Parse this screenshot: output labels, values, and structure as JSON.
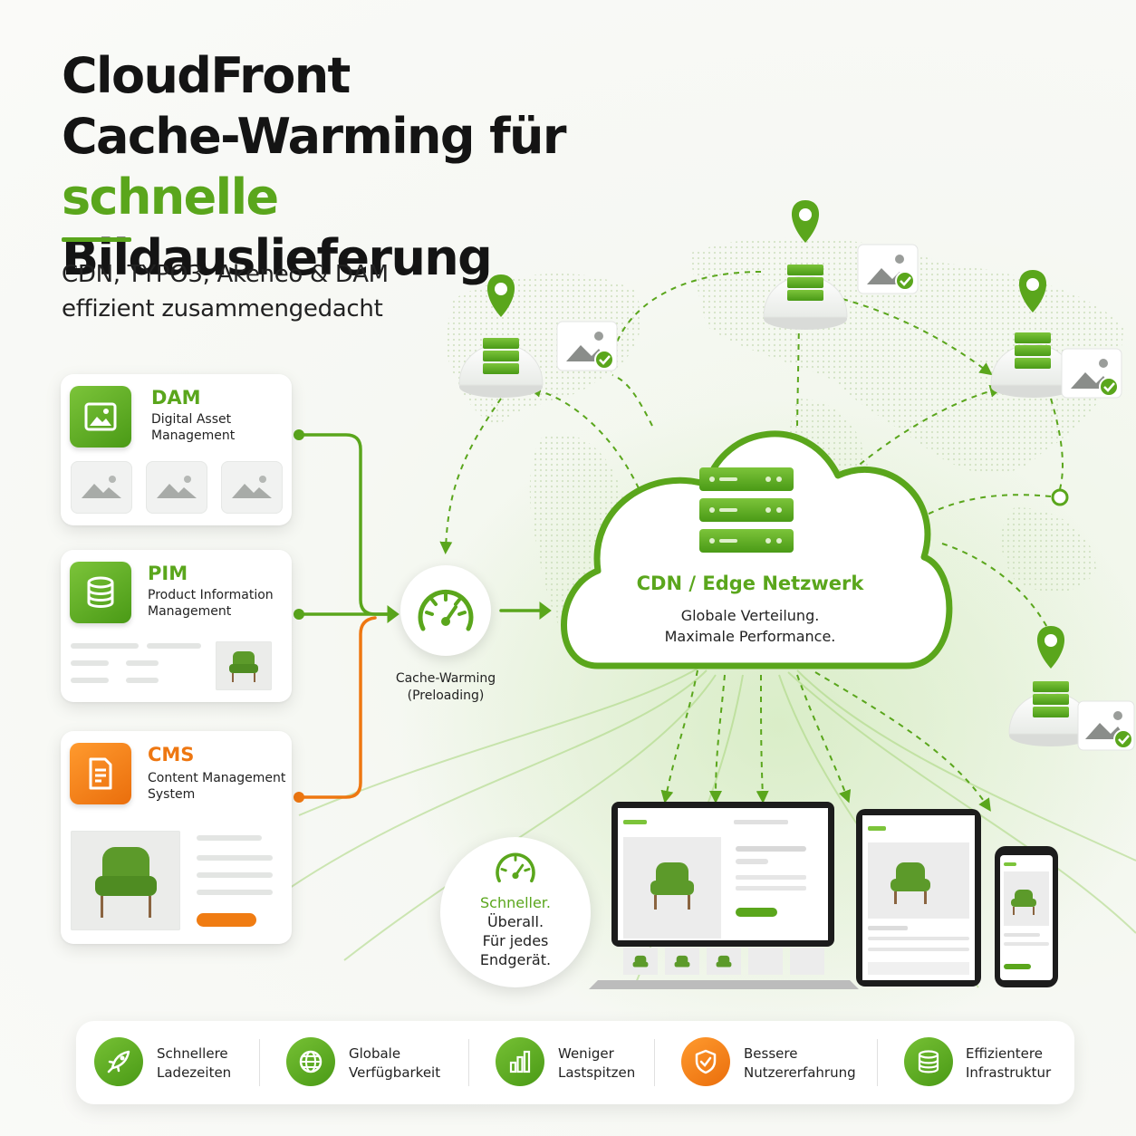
{
  "title": {
    "line1": "CloudFront",
    "line2": "Cache-Warming für",
    "line3_accent": "schnelle",
    "line3_rest": " Bildauslieferung"
  },
  "subtitle": {
    "line1": "CDN, TYPO3, Akeneo & DAM",
    "line2": "effizient zusammengedacht"
  },
  "sources": {
    "dam": {
      "title": "DAM",
      "subtitle_line1": "Digital Asset",
      "subtitle_line2": "Management",
      "icon": "image-icon"
    },
    "pim": {
      "title": "PIM",
      "subtitle_line1": "Product Information",
      "subtitle_line2": "Management",
      "icon": "database-icon"
    },
    "cms": {
      "title": "CMS",
      "subtitle_line1": "Content Management",
      "subtitle_line2": "System",
      "icon": "document-icon"
    }
  },
  "cache_warming": {
    "label_line1": "Cache-Warming",
    "label_line2": "(Preloading)",
    "icon": "speedometer-icon"
  },
  "cdn": {
    "title": "CDN / Edge Netzwerk",
    "line1": "Globale Verteilung.",
    "line2": "Maximale Performance.",
    "icon": "server-stack-icon"
  },
  "speed_bubble": {
    "accent": "Schneller.",
    "line2": "Überall.",
    "line3": "Für jedes",
    "line4": "Endgerät."
  },
  "features": [
    {
      "line1": "Schnellere",
      "line2": "Ladezeiten",
      "icon": "rocket-icon"
    },
    {
      "line1": "Globale",
      "line2": "Verfügbarkeit",
      "icon": "globe-icon"
    },
    {
      "line1": "Weniger",
      "line2": "Lastspitzen",
      "icon": "bar-chart-icon"
    },
    {
      "line1": "Bessere",
      "line2": "Nutzererfahrung",
      "icon": "shield-check-icon"
    },
    {
      "line1": "Effizientere",
      "line2": "Infrastruktur",
      "icon": "database-icon"
    }
  ],
  "colors": {
    "green": "#5aa61c",
    "orange": "#ee7711",
    "dark": "#141414"
  }
}
